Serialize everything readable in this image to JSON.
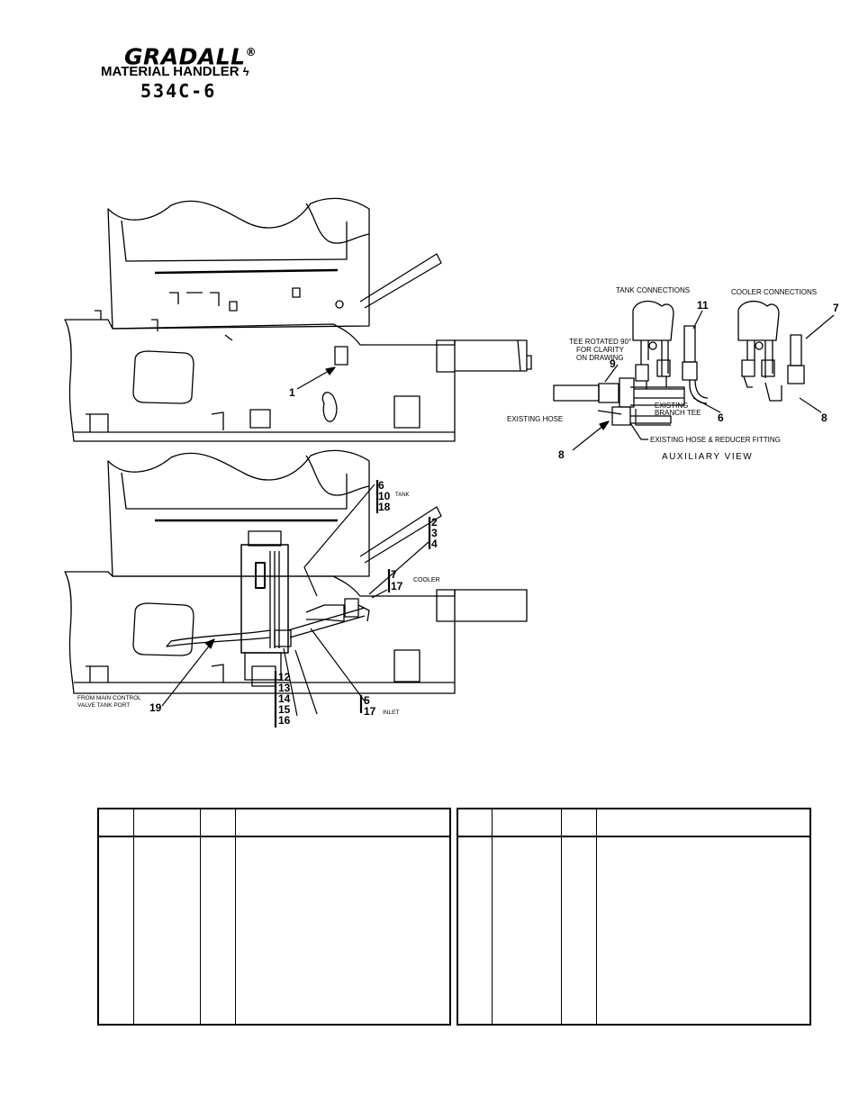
{
  "header": {
    "brand": "GRADALL",
    "registered": "®",
    "subtitle": "MATERIAL HANDLER",
    "model": "534C-6"
  },
  "top_view": {
    "callouts": {
      "c1": "1"
    }
  },
  "auxiliary_view": {
    "title": "AUXILIARY VIEW",
    "tank_connections": "TANK CONNECTIONS",
    "cooler_connections": "COOLER CONNECTIONS",
    "tee_note_1": "TEE ROTATED 90°",
    "tee_note_2": "FOR CLARITY",
    "tee_note_3": "ON DRAWING",
    "existing_branch_tee_1": "EXISTING",
    "existing_branch_tee_2": "BRANCH TEE",
    "existing_hose": "EXISTING HOSE",
    "existing_hose_reducer": "EXISTING HOSE & REDUCER FITTING",
    "callouts": {
      "c9": "9",
      "c11": "11",
      "c7": "7",
      "c6": "6",
      "c8a": "8",
      "c8b": "8"
    }
  },
  "bottom_view": {
    "group_tank": [
      "6",
      "10",
      "18"
    ],
    "tank_label": "TANK",
    "group_234": [
      "2",
      "3",
      "4"
    ],
    "group_cooler": [
      "7",
      "17"
    ],
    "cooler_label": "COOLER",
    "group_inlet": [
      "5",
      "17"
    ],
    "inlet_label": "INLET",
    "group_filter": [
      "12",
      "13",
      "14",
      "15",
      "16"
    ],
    "c19": "19",
    "from_main_1": "FROM MAIN CONTROL",
    "from_main_2": "VALVE TANK PORT"
  }
}
